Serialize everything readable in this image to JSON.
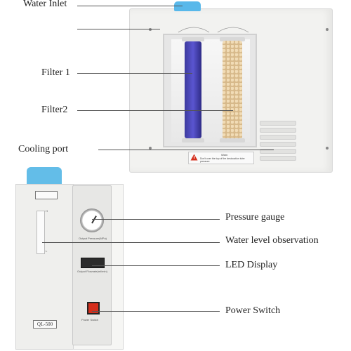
{
  "labels": {
    "water_inlet": "Water Inlet",
    "filter1": "Filter 1",
    "filter2": "Filter2",
    "cooling_port": "Cooling port",
    "pressure_gauge": "Pressure gauge",
    "water_level": "Water level observation",
    "led_display": "LED Display",
    "power_switch": "Power Switch"
  },
  "device": {
    "model": "QL-500",
    "gauge_caption": "Output Pressure(MPa)",
    "led_caption": "Output Flowrate(ml/min)",
    "switch_caption": "Power Switch",
    "sight_high": "H",
    "sight_low": "L",
    "warning_text": "Don't over the top of the desiccation tube pressure",
    "warning_title": "Warn"
  },
  "colors": {
    "cap_blue": "#58b8ea",
    "filter1_color": "#3d3b9e",
    "filter2_color": "#e3c99d",
    "switch_red": "#d42e1c"
  }
}
